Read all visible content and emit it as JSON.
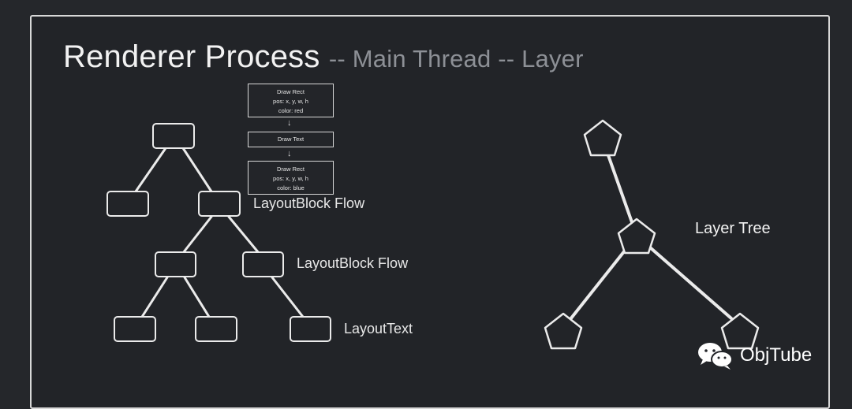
{
  "title": {
    "main": "Renderer Process",
    "sub": "-- Main Thread -- Layer"
  },
  "labels": {
    "layout_block_flow_1": "LayoutBlock Flow",
    "layout_block_flow_2": "LayoutBlock Flow",
    "layout_text": "LayoutText",
    "layer_tree": "Layer Tree"
  },
  "draw_commands": [
    {
      "lines": [
        "Draw Rect",
        "pos: x, y, w, h",
        "color: red"
      ]
    },
    {
      "lines": [
        "Draw Text"
      ]
    },
    {
      "lines": [
        "Draw Rect",
        "pos: x, y, w, h",
        "color: blue"
      ]
    }
  ],
  "arrow_glyph": "↓",
  "watermark": {
    "text": "ObjTube",
    "icon": "wechat-icon"
  },
  "colors": {
    "background": "#25272b",
    "line": "#ebebeb",
    "title_sub": "#8d9096"
  }
}
